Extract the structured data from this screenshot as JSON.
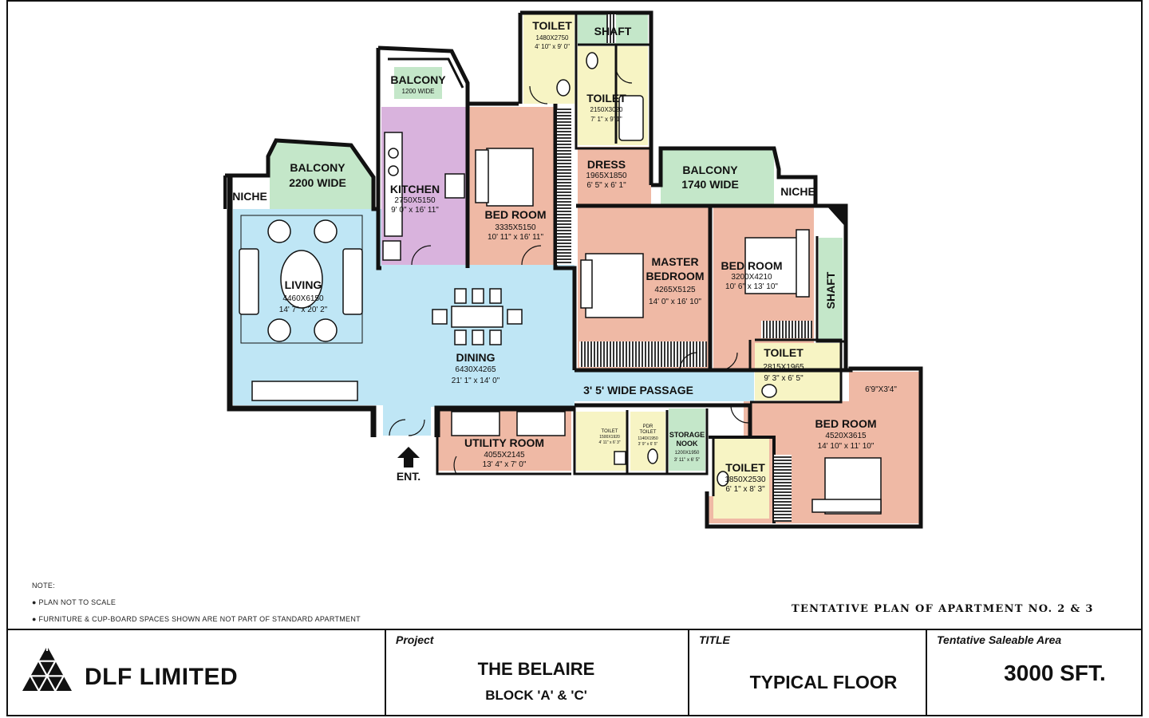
{
  "plan": {
    "rooms": {
      "toilet_top_1": {
        "name": "TOILET",
        "dims": "1480X2750",
        "imperial": "4' 10\" x 9' 0\""
      },
      "shaft_top": {
        "name": "SHAFT"
      },
      "toilet_top_2": {
        "name": "TOILET",
        "dims": "2150X3020",
        "imperial": "7' 1\" x 9' 1\""
      },
      "balcony_kitchen": {
        "name": "BALCONY",
        "dims": "1200 WIDE"
      },
      "kitchen": {
        "name": "KITCHEN",
        "dims": "2750X5150",
        "imperial": "9' 0\" x 16' 11\""
      },
      "bedroom_1": {
        "name": "BED ROOM",
        "dims": "3335X5150",
        "imperial": "10' 11\" x 16' 11\""
      },
      "dress": {
        "name": "DRESS",
        "dims": "1965X1850",
        "imperial": "6' 5\" x 6' 1\""
      },
      "balcony_living": {
        "name": "BALCONY",
        "dims": "2200 WIDE"
      },
      "niche_left": {
        "name": "NICHE"
      },
      "balcony_master": {
        "name": "BALCONY",
        "dims": "1740 WIDE"
      },
      "niche_right": {
        "name": "NICHE"
      },
      "living": {
        "name": "LIVING",
        "dims": "4460X6150",
        "imperial": "14' 7\" x 20' 2\""
      },
      "master_bedroom": {
        "name_line1": "MASTER",
        "name_line2": "BEDROOM",
        "dims": "4265X5125",
        "imperial": "14' 0\" x 16' 10\""
      },
      "bedroom_2": {
        "name": "BED ROOM",
        "dims": "3200X4210",
        "imperial": "10' 6\" x 13' 10\""
      },
      "shaft_right": {
        "name": "SHAFT"
      },
      "dining": {
        "name": "DINING",
        "dims": "6430X4265",
        "imperial": "21' 1\" x 14' 0\""
      },
      "toilet_mid": {
        "name": "TOILET",
        "dims": "2815X1965",
        "imperial": "9' 3\" x 6' 5\""
      },
      "passage": {
        "name": "3' 5' WIDE PASSAGE"
      },
      "bedroom_3": {
        "name": "BED ROOM",
        "dims": "4520X3615",
        "imperial": "14' 10\" x 11' 10\"",
        "extra": "6'9\"X3'4\""
      },
      "utility": {
        "name": "UTILITY ROOM",
        "dims": "4055X2145",
        "imperial": "13' 4\" x 7' 0\""
      },
      "toilet_small": {
        "name": "TOILET",
        "dims": "1500X1920",
        "imperial": "4' 11\" x 6' 3\""
      },
      "pdr_toilet": {
        "name_line1": "PDR",
        "name_line2": "TOILET",
        "dims": "1140X1950",
        "imperial": "3' 9\" x 6' 5\""
      },
      "storage": {
        "name_line1": "STORAGE",
        "name_line2": "NOOK",
        "dims": "1200X1950",
        "imperial": "3' 11\" x 6' 5\""
      },
      "toilet_bottom": {
        "name": "TOILET",
        "dims": "1850X2530",
        "imperial": "6' 1\" x 8' 3\""
      }
    },
    "entrance": "ENT.",
    "colors": {
      "wall": "#111111",
      "living": "#bfe6f5",
      "kitchen": "#d9b3dd",
      "bedroom": "#efb9a5",
      "toilet": "#f7f4c4",
      "balcony": "#c4e7c9",
      "utility": "#efb9a5"
    }
  },
  "notes": {
    "heading": "NOTE:",
    "items": [
      "PLAN NOT TO SCALE",
      "FURNITURE & CUP-BOARD SPACES SHOWN ARE NOT PART OF STANDARD APARTMENT"
    ]
  },
  "tentative_title": "TENTATIVE PLAN OF APARTMENT NO. 2 & 3",
  "title_block": {
    "company": "DLF LIMITED",
    "project_label": "Project",
    "project_name": "THE BELAIRE",
    "project_block": "BLOCK 'A' & 'C'",
    "title_label": "TITLE",
    "title_value": "TYPICAL FLOOR",
    "area_label": "Tentative Saleable Area",
    "area_value": "3000 SFT."
  }
}
